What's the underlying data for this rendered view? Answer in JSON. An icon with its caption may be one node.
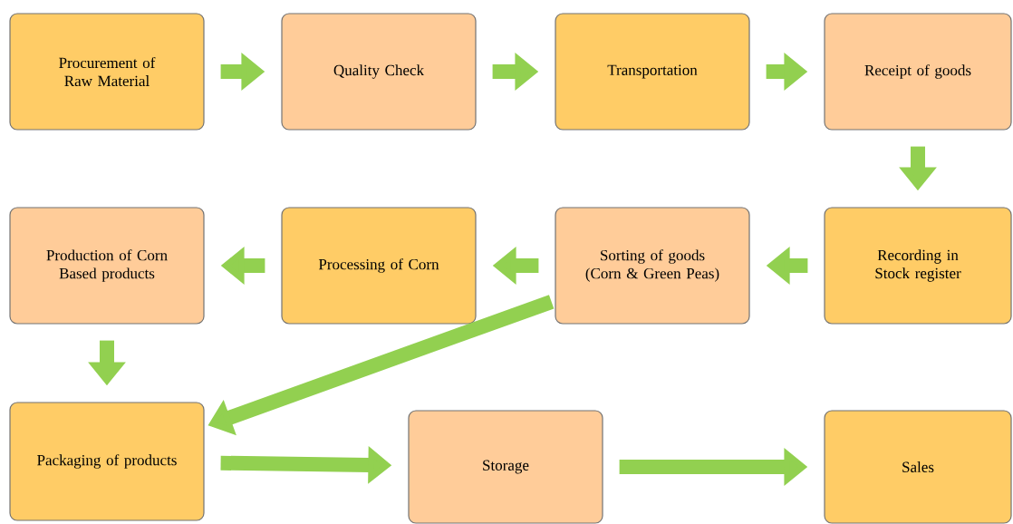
{
  "diagram": {
    "nodes": [
      {
        "text": [
          "Procurement of Raw Material"
        ]
      },
      {
        "text": [
          "Quality Check"
        ]
      },
      {
        "text": [
          "Transportation"
        ]
      },
      {
        "text": [
          "Receipt of goods"
        ]
      },
      {
        "text": [
          "Recording in Stock register"
        ]
      },
      {
        "text": [
          "Sorting of goods (Corn & Green Peas)"
        ]
      },
      {
        "text": [
          "Processing of Corn"
        ]
      },
      {
        "text": [
          "Production of Corn Based products"
        ]
      },
      {
        "text": [
          "Packaging of products"
        ]
      },
      {
        "text": [
          "Storage"
        ]
      },
      {
        "text": [
          "Sales"
        ]
      }
    ],
    "edges": [
      {
        "from": 0,
        "to": 1,
        "arrow": "to"
      },
      {
        "from": 1,
        "to": 2,
        "arrow": "to"
      },
      {
        "from": 2,
        "to": 3,
        "arrow": "to"
      },
      {
        "from": 3,
        "to": 4,
        "arrow": "to"
      },
      {
        "from": 4,
        "to": 5,
        "arrow": "to"
      },
      {
        "from": 5,
        "to": 6,
        "arrow": "to"
      },
      {
        "from": 6,
        "to": 7,
        "arrow": "to"
      },
      {
        "from": 7,
        "to": 8,
        "arrow": "to"
      },
      {
        "from": 5,
        "to": 8,
        "arrow": "to"
      },
      {
        "from": 8,
        "to": 9,
        "arrow": "to"
      },
      {
        "from": 9,
        "to": 10,
        "arrow": "to"
      }
    ]
  }
}
